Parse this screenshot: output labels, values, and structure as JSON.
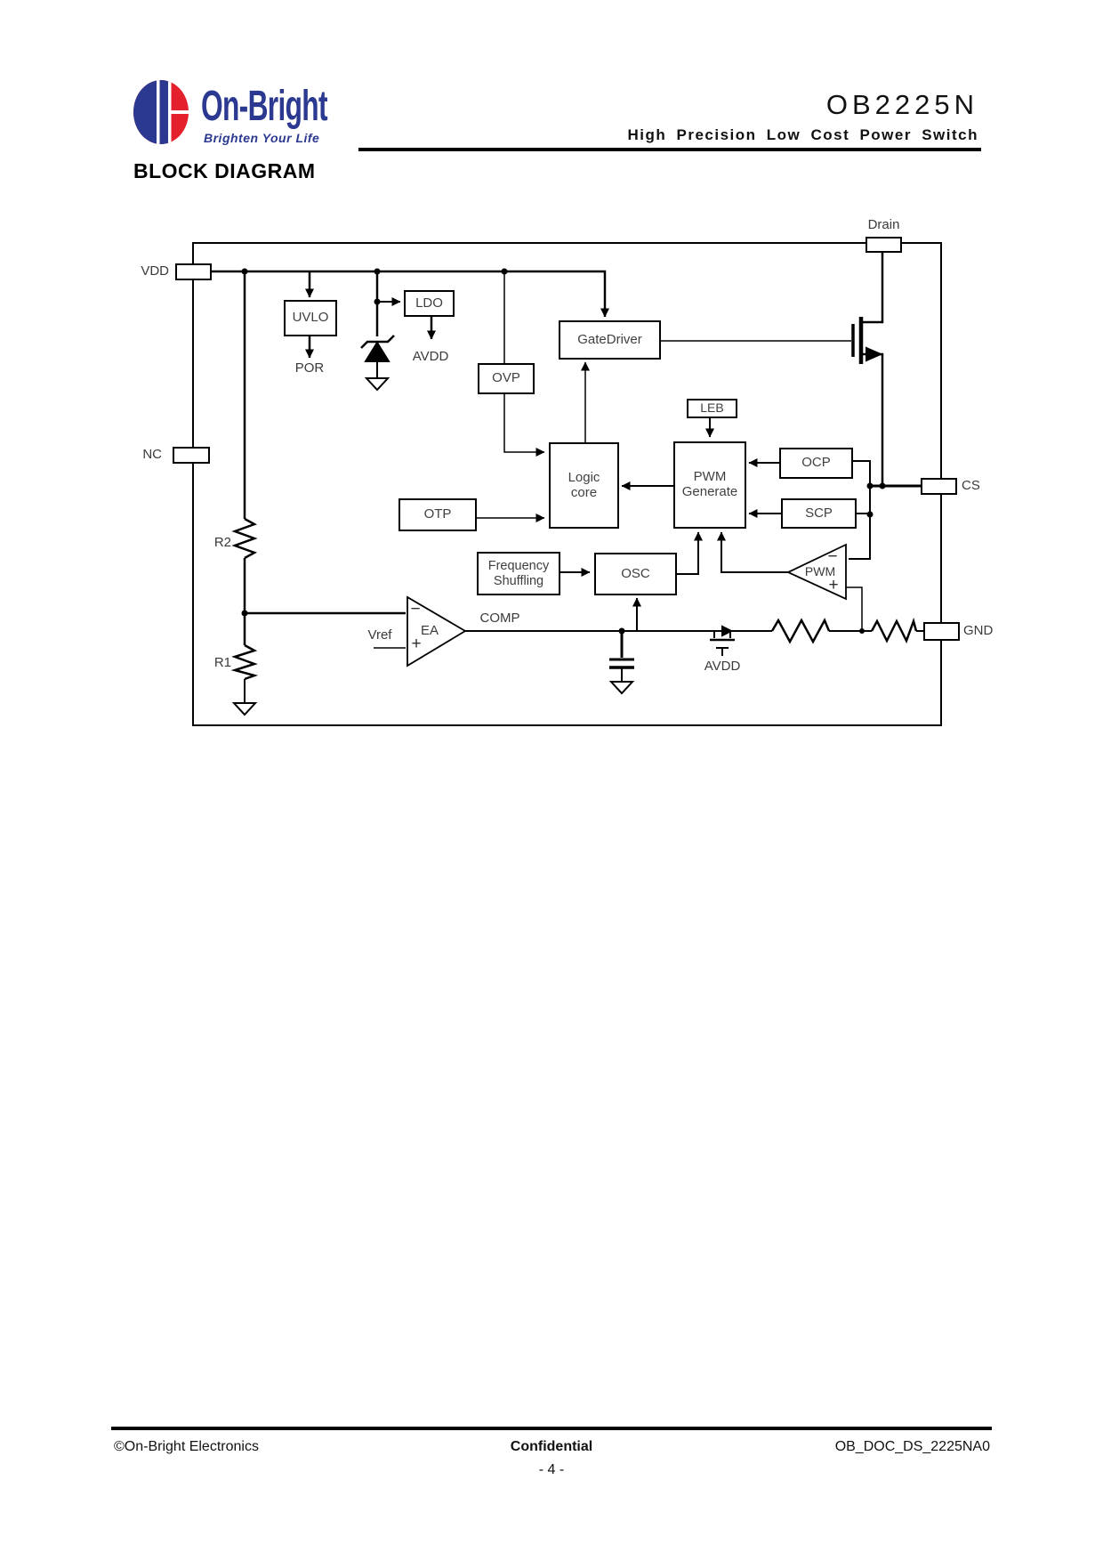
{
  "header": {
    "brand": "On-Bright",
    "tagline": "Brighten Your Life",
    "part_number": "OB2225N",
    "subtitle": "High Precision Low Cost Power Switch"
  },
  "section_title": "BLOCK DIAGRAM",
  "diagram": {
    "pins": {
      "vdd": "VDD",
      "nc": "NC",
      "drain": "Drain",
      "cs": "CS",
      "gnd": "GND"
    },
    "blocks": {
      "uvlo": "UVLO",
      "ldo": "LDO",
      "ovp": "OVP",
      "gatedriver": "GateDriver",
      "leb": "LEB",
      "logic_line1": "Logic",
      "logic_line2": "core",
      "pwmgen_line1": "PWM",
      "pwmgen_line2": "Generate",
      "ocp": "OCP",
      "scp": "SCP",
      "otp": "OTP",
      "freq_line1": "Frequency",
      "freq_line2": "Shuffling",
      "osc": "OSC"
    },
    "labels": {
      "por": "POR",
      "avdd_ldo": "AVDD",
      "avdd_switch": "AVDD",
      "r2": "R2",
      "r1": "R1",
      "vref": "Vref",
      "comp": "COMP",
      "ea": "EA",
      "ea_minus": "−",
      "ea_plus": "+",
      "pwm_comp": "PWM",
      "pwm_minus": "−",
      "pwm_plus": "+"
    }
  },
  "footer": {
    "copyright": "©On-Bright Electronics",
    "confidential": "Confidential",
    "doc_id": "OB_DOC_DS_2225NA0",
    "page": "- 4 -"
  },
  "colors": {
    "brand_blue": "#2b3990",
    "brand_red": "#e4202c",
    "line": "#000000"
  }
}
